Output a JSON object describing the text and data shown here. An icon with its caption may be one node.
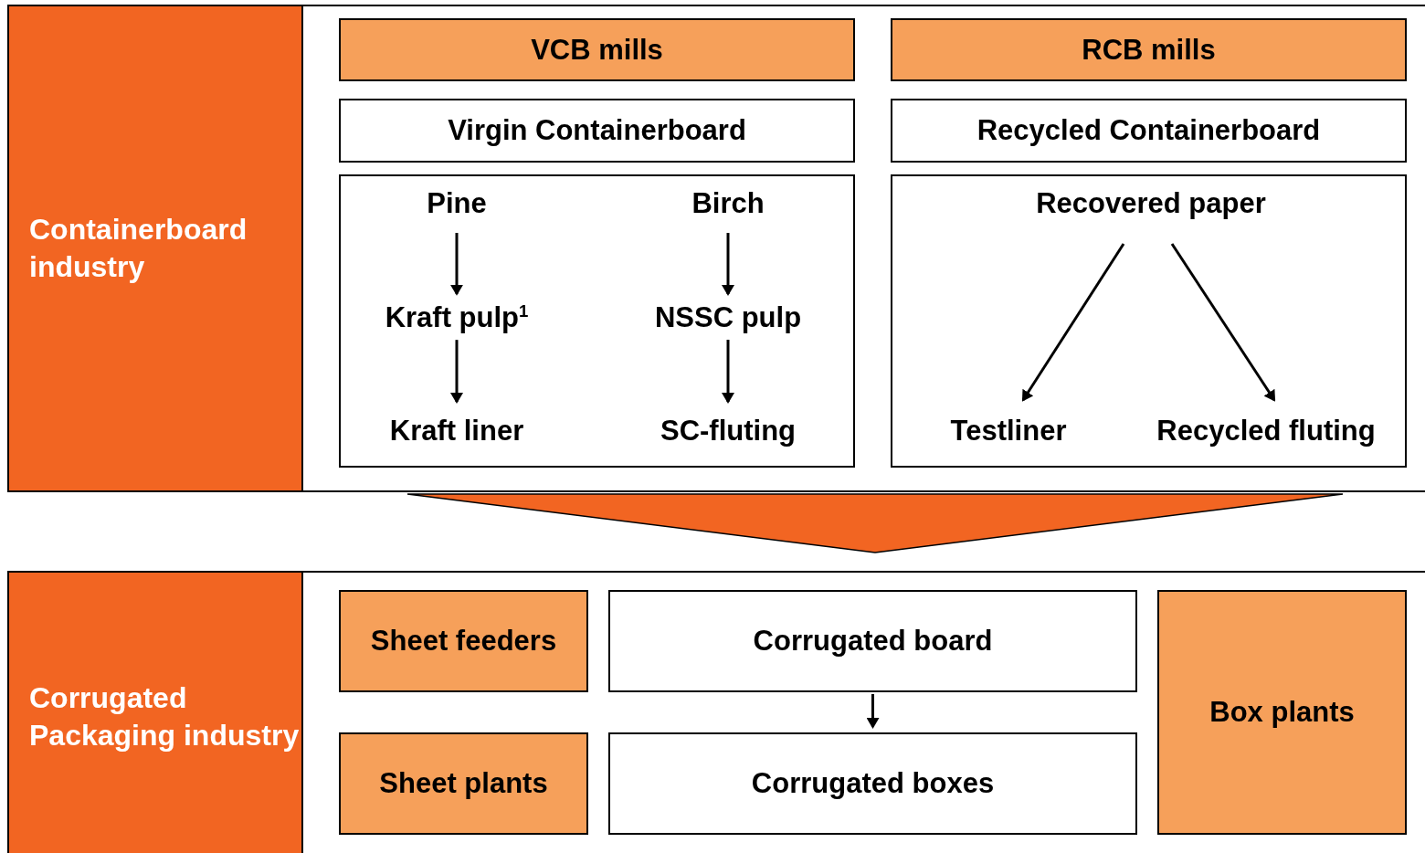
{
  "diagram": {
    "nodes": [
      {
        "text": [
          "Containerboard industry"
        ]
      },
      {
        "text": [
          "VCB mills"
        ],
        "in": 0
      },
      {
        "text": [
          "RCB mills"
        ],
        "in": 0
      },
      {
        "text": [
          "Virgin Containerboard"
        ],
        "in": 0
      },
      {
        "text": [
          "Recycled Containerboard"
        ],
        "in": 0
      },
      {
        "text": [],
        "shape": "box",
        "in": 0
      },
      {
        "text": [
          "Pine"
        ],
        "in": 5
      },
      {
        "text": [
          "Birch"
        ],
        "in": 5
      },
      {
        "text": [
          "Kraft pulp$^{1}$"
        ],
        "in": 5
      },
      {
        "text": [
          "NSSC pulp"
        ],
        "in": 5
      },
      {
        "text": [
          "Kraft liner"
        ],
        "in": 5
      },
      {
        "text": [
          "SC-fluting"
        ],
        "in": 5
      },
      {
        "text": [],
        "shape": "box",
        "in": 0
      },
      {
        "text": [
          "Recovered paper"
        ],
        "in": 12
      },
      {
        "text": [
          "Testliner"
        ],
        "in": 12
      },
      {
        "text": [
          "Recycled fluting"
        ],
        "in": 12
      },
      {
        "text": [
          "Corrugated Packaging industry"
        ]
      },
      {
        "text": [
          "Sheet feeders"
        ],
        "in": 16
      },
      {
        "text": [
          "Corrugated board"
        ],
        "in": 16
      },
      {
        "text": [
          "Box plants"
        ],
        "in": 16
      },
      {
        "text": [
          "Sheet plants"
        ],
        "in": 16
      },
      {
        "text": [
          "Corrugated boxes"
        ],
        "in": 16
      }
    ],
    "edges": [
      {
        "from": 6,
        "to": 8,
        "arrow": "to"
      },
      {
        "from": 8,
        "to": 10,
        "arrow": "to"
      },
      {
        "from": 7,
        "to": 9,
        "arrow": "to"
      },
      {
        "from": 9,
        "to": 11,
        "arrow": "to"
      },
      {
        "from": 13,
        "to": 14,
        "arrow": "to"
      },
      {
        "from": 13,
        "to": 15,
        "arrow": "to"
      },
      {
        "from": 0,
        "to": 16,
        "arrow": "to",
        "style": "thick",
        "color": "#f26522"
      },
      {
        "from": 18,
        "to": 21,
        "arrow": "to"
      }
    ]
  }
}
